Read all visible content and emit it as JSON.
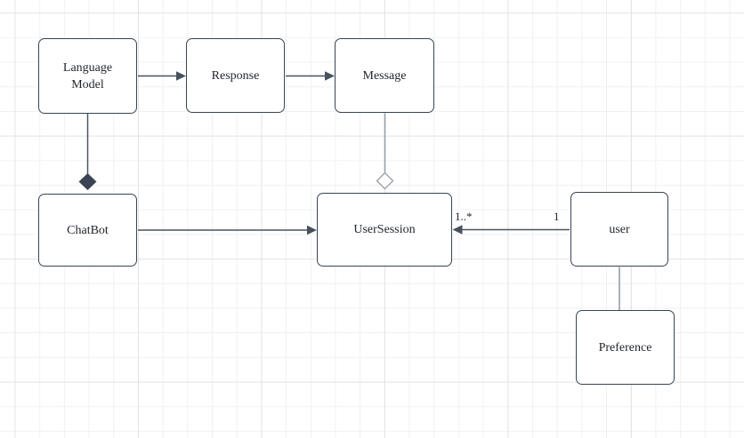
{
  "canvas": {
    "background_color": "#ffffff",
    "grid_minor_color": "#f1f1f1",
    "grid_major_color": "#e4e4e4"
  },
  "colors": {
    "node_border": "#3a4454",
    "node_fill": "#ffffff",
    "text": "#1f242b",
    "connector_dark": "#48525f",
    "connector_light": "#9da3ab"
  },
  "nodes": [
    {
      "id": "language-model",
      "label": "Language Model"
    },
    {
      "id": "response",
      "label": "Response"
    },
    {
      "id": "message",
      "label": "Message"
    },
    {
      "id": "chatbot",
      "label": "ChatBot"
    },
    {
      "id": "user-session",
      "label": "UserSession"
    },
    {
      "id": "user",
      "label": "user"
    },
    {
      "id": "preference",
      "label": "Preference"
    }
  ],
  "edges": [
    {
      "from": "Language Model",
      "to": "Response",
      "type": "arrow"
    },
    {
      "from": "Response",
      "to": "Message",
      "type": "arrow"
    },
    {
      "from": "Language Model",
      "to": "ChatBot",
      "type": "composition",
      "diamond_at": "ChatBot"
    },
    {
      "from": "Message",
      "to": "UserSession",
      "type": "aggregation",
      "diamond_at": "UserSession"
    },
    {
      "from": "ChatBot",
      "to": "UserSession",
      "type": "arrow"
    },
    {
      "from": "user",
      "to": "UserSession",
      "type": "arrow",
      "source_multiplicity": "1",
      "target_multiplicity": "1..*"
    },
    {
      "from": "user",
      "to": "Preference",
      "type": "line"
    }
  ]
}
